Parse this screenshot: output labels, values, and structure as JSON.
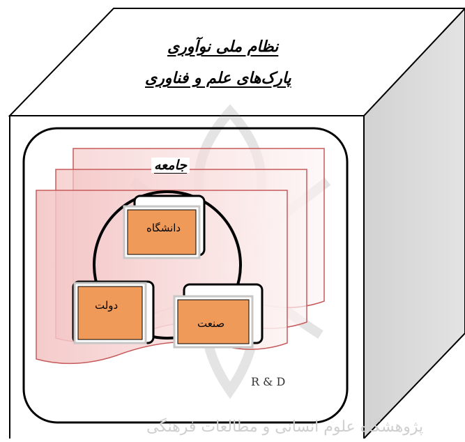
{
  "header": {
    "title_line_1": "نظام ملی نوآوری",
    "title_line_2": "پارک‌های علم و فناوری"
  },
  "diagram": {
    "community_label": "جامعه",
    "nodes": {
      "university": "دانشگاه",
      "government": "دولت",
      "industry": "صنعت"
    },
    "rd_label": "R & D"
  },
  "watermark": {
    "text": "پژوهشگاه علوم انسانی و مطالعات فرهنگی"
  },
  "colors": {
    "node_fill": "#f09a5a",
    "node_border": "#bdbdbd",
    "page_fill": "#f4c9c9",
    "page_stroke": "#c75a5a",
    "cube_side": "#d9d9d9"
  }
}
